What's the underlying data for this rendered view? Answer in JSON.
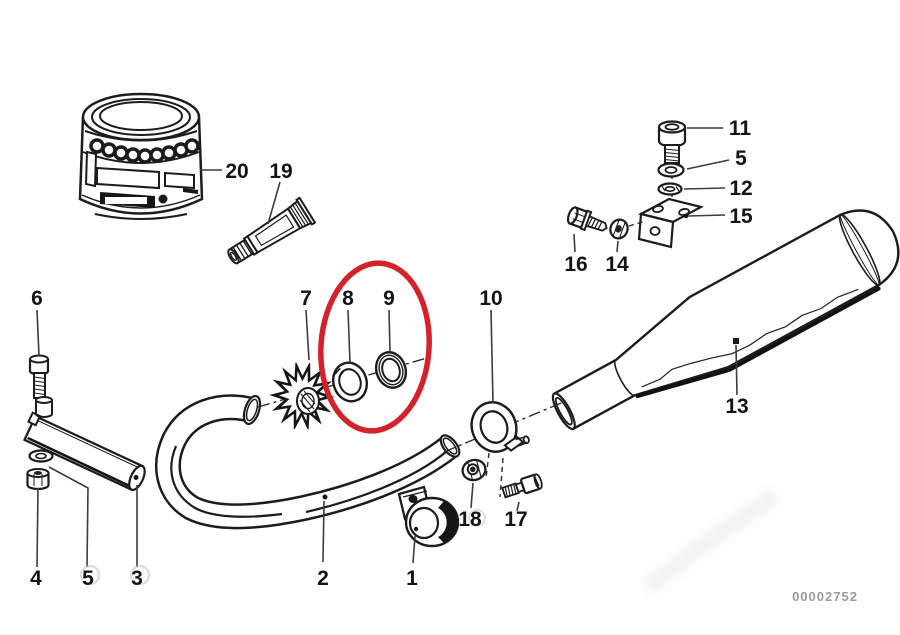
{
  "highlight": {
    "color": "#d2232a",
    "encircled_parts": [
      "8",
      "9"
    ]
  },
  "watermark_number": "00002752",
  "callouts": {
    "n1": "1",
    "n2": "2",
    "n3": "3",
    "n4": "4",
    "n5a": "5",
    "n5b": "5",
    "n6": "6",
    "n7": "7",
    "n8": "8",
    "n9": "9",
    "n10": "10",
    "n11": "11",
    "n12": "12",
    "n13": "13",
    "n14": "14",
    "n15": "15",
    "n16": "16",
    "n17": "17",
    "n18": "18",
    "n19": "19",
    "n20": "20"
  }
}
